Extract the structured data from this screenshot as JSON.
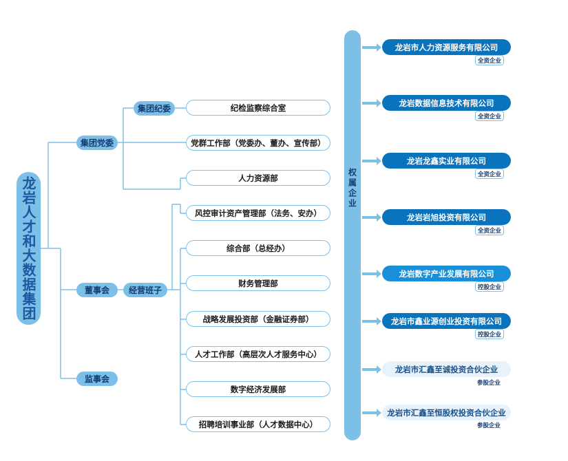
{
  "root": "龙岩人才和大数据集团",
  "nodes": {
    "party": "集团党委",
    "discipline": "集团纪委",
    "board": "董事会",
    "management": "经营班子",
    "supervisors": "监事会"
  },
  "departments": {
    "discipline_office": "纪检监察综合室",
    "party_work": "党群工作部（党委办、董办、宣传部）",
    "hr": "人力资源部",
    "risk_audit": "风控审计资产管理部（法务、安办）",
    "general": "综合部（总经办）",
    "finance": "财务管理部",
    "strategy": "战略发展投资部（金融证券部）",
    "talent": "人才工作部（高层次人才服务中心）",
    "digital": "数字经济发展部",
    "recruit": "招聘培训事业部（人才数据中心）"
  },
  "spine_label": "权属企业",
  "companies": [
    {
      "name": "龙岩市人力资源服务有限公司",
      "tag": "全资企业"
    },
    {
      "name": "龙岩数据信息技术有限公司",
      "tag": "全资企业"
    },
    {
      "name": "龙岩龙鑫实业有限公司",
      "tag": "全资企业"
    },
    {
      "name": "龙岩岩旭投资有限公司",
      "tag": "全资企业"
    },
    {
      "name": "龙岩数字产业发展有限公司",
      "tag": "控股企业"
    },
    {
      "name": "龙岩市鑫业源创业投资有限公司",
      "tag": "控股企业"
    },
    {
      "name": "龙岩市汇鑫至诚投资合伙企业",
      "tag": "参股企业"
    },
    {
      "name": "龙岩市汇鑫至恒股权投资合伙企业",
      "tag": "参股企业"
    }
  ],
  "colors": {
    "line": "#7cc0e8",
    "dark": "#0a73bd",
    "light": "#e8f2fa"
  }
}
